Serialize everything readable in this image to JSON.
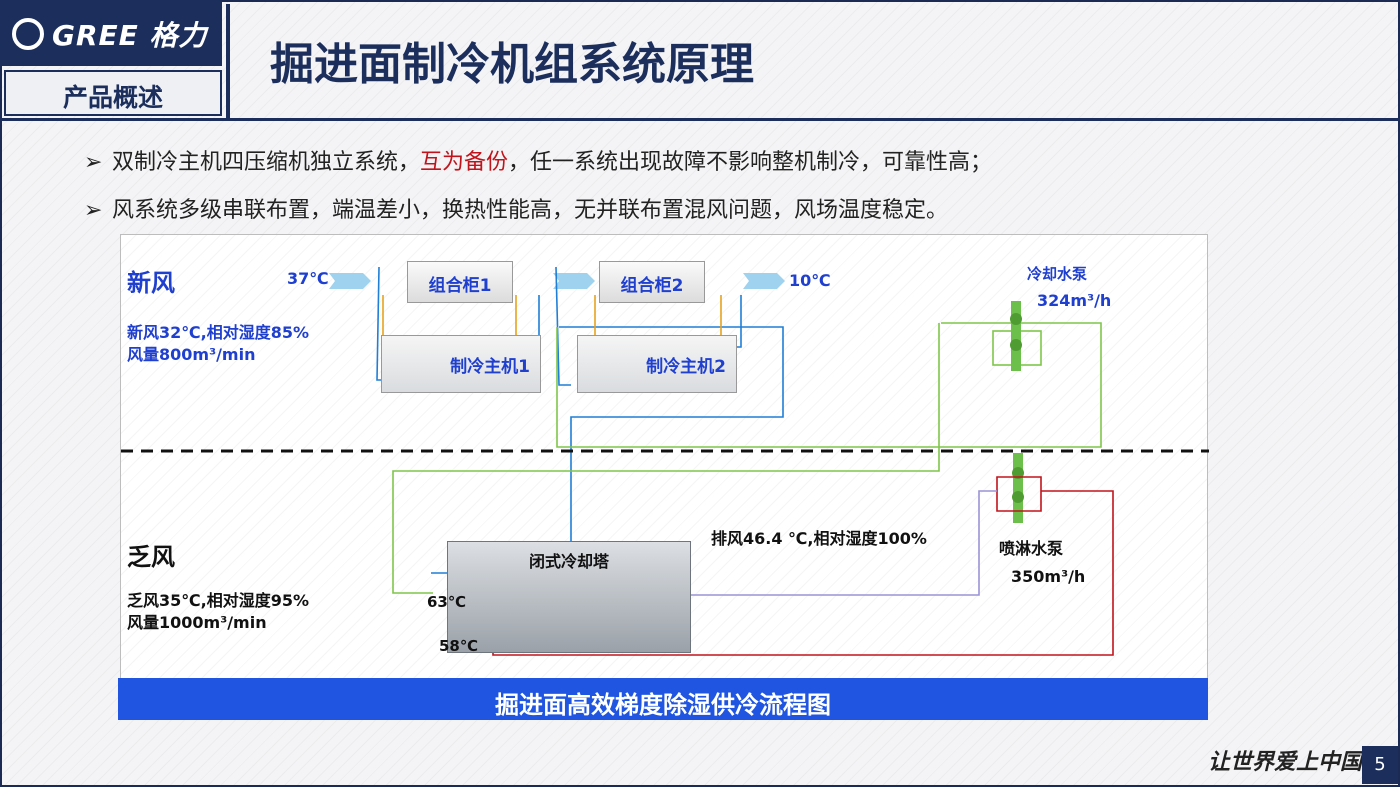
{
  "header": {
    "logo": "GREE 格力",
    "section": "产品概述",
    "title": "掘进面制冷机组系统原理"
  },
  "bullets": [
    {
      "before": "双制冷主机四压缩机独立系统，",
      "highlight": "互为备份",
      "after": "，任一系统出现故障不影响整机制冷，可靠性高；"
    },
    {
      "before": "风系统多级串联布置，端温差小，换热性能高，无并联布置混风问题，风场温度稳定。",
      "highlight": "",
      "after": ""
    }
  ],
  "diagram": {
    "fresh_air": {
      "title": "新风",
      "line1": "新风32℃,相对湿度85%",
      "line2": "风量800m³/min"
    },
    "exhaust_air": {
      "title": "乏风",
      "line1": "乏风35℃,相对湿度95%",
      "line2": "风量1000m³/min"
    },
    "temp_in": "37℃",
    "temp_out": "10℃",
    "cabinet1": "组合柜1",
    "cabinet2": "组合柜2",
    "chiller1": "制冷主机1",
    "chiller2": "制冷主机2",
    "cooling_pump": {
      "name": "冷却水泵",
      "flow": "324m³/h"
    },
    "spray_pump": {
      "name": "喷淋水泵",
      "flow": "350m³/h"
    },
    "tower": "闭式冷却塔",
    "exhaust_note": "排风46.4 ℃,相对湿度100%",
    "temp_hot": "63℃",
    "temp_cold": "58℃",
    "caption": "掘进面高效梯度除湿供冷流程图"
  },
  "footer": {
    "slogan": "让世界爱上中国造",
    "page": "5"
  },
  "colors": {
    "navy": "#1c2f5c",
    "accent_blue": "#1f55e0",
    "label_blue": "#1f3fcf",
    "highlight_red": "#c0141c"
  }
}
